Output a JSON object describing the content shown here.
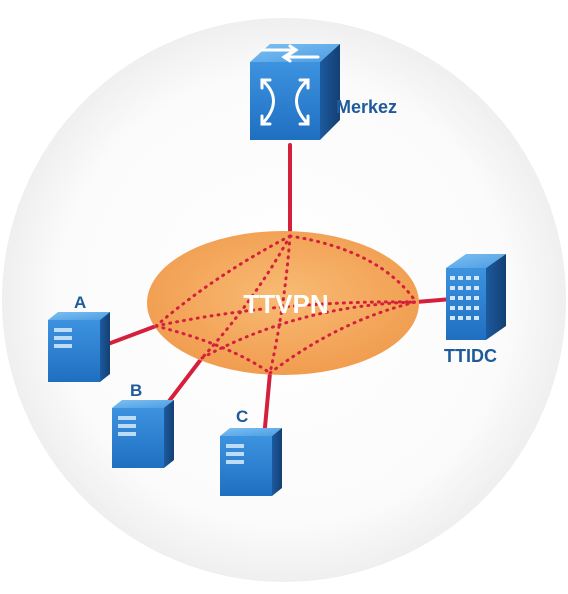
{
  "network": {
    "name": "TTVPN",
    "nodes": [
      {
        "id": "merkez",
        "label": "Merkez",
        "icon": "switch-icon"
      },
      {
        "id": "ttidc",
        "label": "TTIDC",
        "icon": "datacenter-building-icon"
      },
      {
        "id": "a",
        "label": "A",
        "icon": "server-icon"
      },
      {
        "id": "b",
        "label": "B",
        "icon": "server-icon"
      },
      {
        "id": "c",
        "label": "C",
        "icon": "server-icon"
      }
    ]
  },
  "colors": {
    "cloud": "#f3a55a",
    "link": "#d4203d",
    "device": "#2b7fd0",
    "label": "#1f5a9a"
  }
}
